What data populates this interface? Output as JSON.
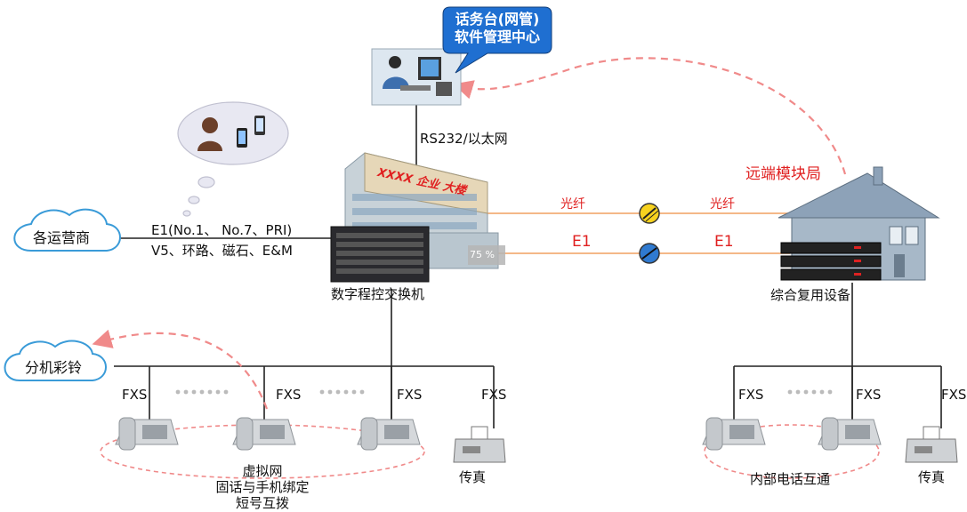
{
  "callout": {
    "line1": "话务台(网管)",
    "line2": "软件管理中心"
  },
  "link_labels": {
    "rs232": "RS232/以太网",
    "carriers_line1": "E1(No.1、 No.7、PRI)",
    "carriers_line2": "V5、环路、磁石、E&M",
    "fiber_left": "光纤",
    "fiber_right": "光纤",
    "e1_left": "E1",
    "e1_right": "E1"
  },
  "nodes": {
    "carriers": "各运营商",
    "ringback": "分机彩铃",
    "building_sign": "XXXX 企业 大楼",
    "pbx": "数字程控交换机",
    "pbx_badge": "75 %",
    "remote_title": "远端模块局",
    "mux": "综合复用设备"
  },
  "ports": {
    "fxs1": "FXS",
    "fxs2": "FXS",
    "fxs3": "FXS",
    "fxs4": "FXS",
    "fxs5": "FXS",
    "fxs6": "FXS",
    "fxs7": "FXS"
  },
  "captions": {
    "vnet_line1": "虚拟网",
    "vnet_line2": "固话与手机绑定",
    "vnet_line3": "短号互拨",
    "fax_left": "传真",
    "intercom": "内部电话互通",
    "fax_right": "传真"
  },
  "colors": {
    "fiber": "#f0a060",
    "dashed_arrow": "#f08a8a",
    "callout": "#1f6fd1",
    "remote_title": "#e02020",
    "cloud_border": "#3a9bd8"
  }
}
